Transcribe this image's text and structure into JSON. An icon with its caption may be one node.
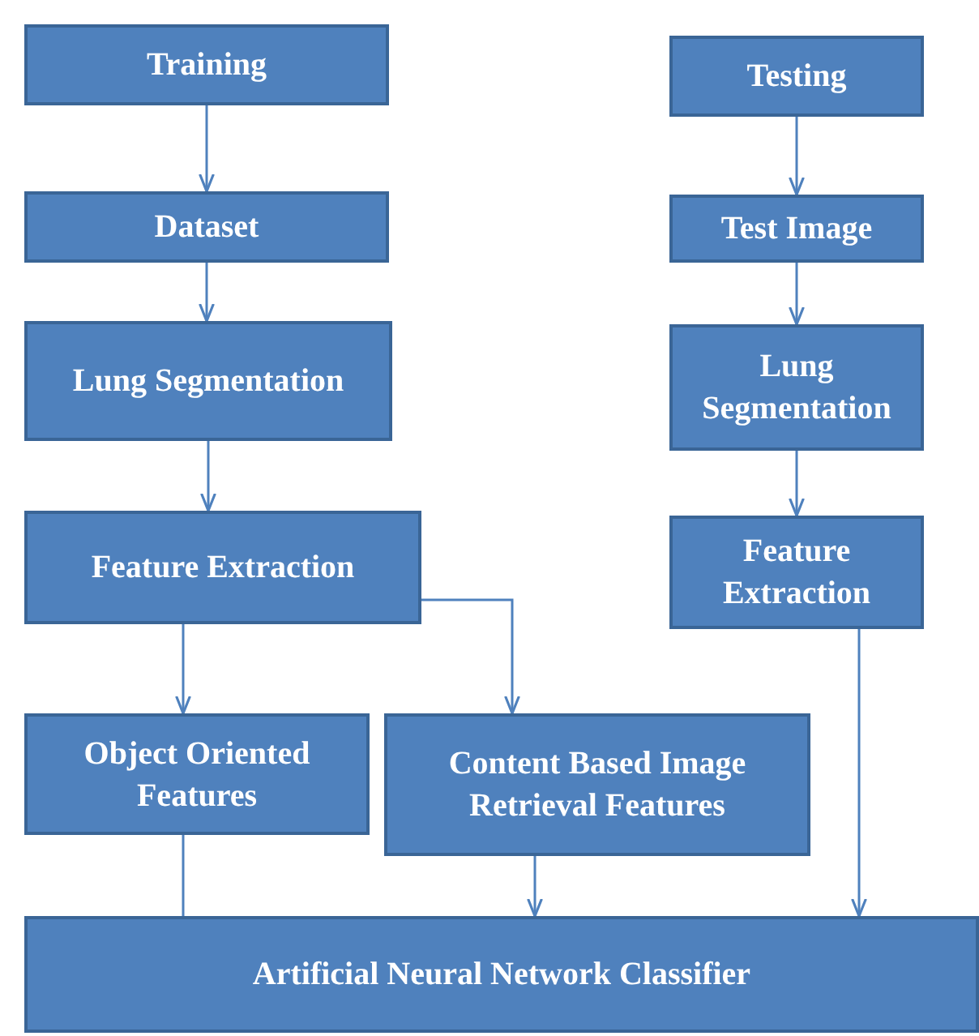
{
  "diagram": {
    "nodes": [
      {
        "text": [
          "Training"
        ]
      },
      {
        "text": [
          "Dataset"
        ]
      },
      {
        "text": [
          "Lung Segmentation"
        ]
      },
      {
        "text": [
          "Feature Extraction"
        ]
      },
      {
        "text": [
          "Object Oriented Features"
        ]
      },
      {
        "text": [
          "Content Based Image Retrieval Features"
        ]
      },
      {
        "text": [
          "Testing"
        ]
      },
      {
        "text": [
          "Test Image"
        ]
      },
      {
        "text": [
          "Lung Segmentation"
        ]
      },
      {
        "text": [
          "Feature Extraction"
        ]
      },
      {
        "text": [
          "Artificial Neural Network Classifier"
        ]
      }
    ],
    "edges": [
      {
        "from": 0,
        "to": 1,
        "arrow": "to"
      },
      {
        "from": 1,
        "to": 2,
        "arrow": "to"
      },
      {
        "from": 2,
        "to": 3,
        "arrow": "to"
      },
      {
        "from": 3,
        "to": 4,
        "arrow": "to"
      },
      {
        "from": 3,
        "to": 5,
        "arrow": "to"
      },
      {
        "from": 6,
        "to": 7,
        "arrow": "to"
      },
      {
        "from": 7,
        "to": 8,
        "arrow": "to"
      },
      {
        "from": 8,
        "to": 9,
        "arrow": "to"
      },
      {
        "from": 4,
        "to": 10,
        "arrow": "none"
      },
      {
        "from": 5,
        "to": 10,
        "arrow": "to"
      },
      {
        "from": 9,
        "to": 10,
        "arrow": "to"
      }
    ]
  }
}
